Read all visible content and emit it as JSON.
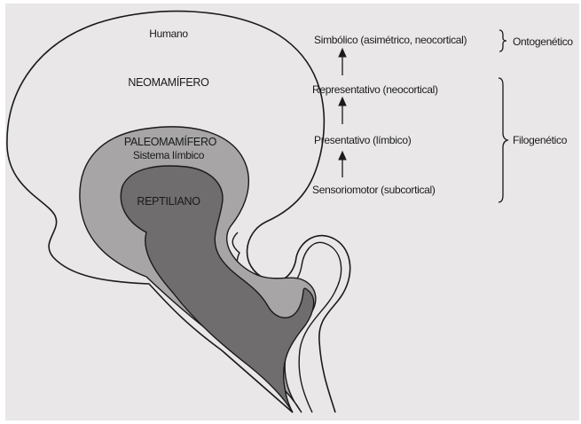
{
  "diagram": {
    "regions": {
      "humano": "Humano",
      "neomamifero": "NEOMAMÍFERO",
      "paleomamifero": "PALEOMAMÍFERO",
      "sistema_limbico": "Sistema límbico",
      "reptiliano": "REPTILIANO"
    },
    "hierarchy": {
      "levels": [
        "Simbólico (asimétrico, neocortical)",
        "Representativo (neocortical)",
        "Presentativo (límbico)",
        "Sensoriomotor (subcortical)"
      ],
      "groups": {
        "ontogenetic": "Ontogenético",
        "phylogenetic": "Filogenético"
      }
    },
    "colors": {
      "background": "#e9e7e8",
      "humano_fill": "#e9e7e8",
      "paleomamifero_fill": "#a7a5a6",
      "reptiliano_fill": "#6f6d6e",
      "line": "#1a1a1a"
    }
  }
}
